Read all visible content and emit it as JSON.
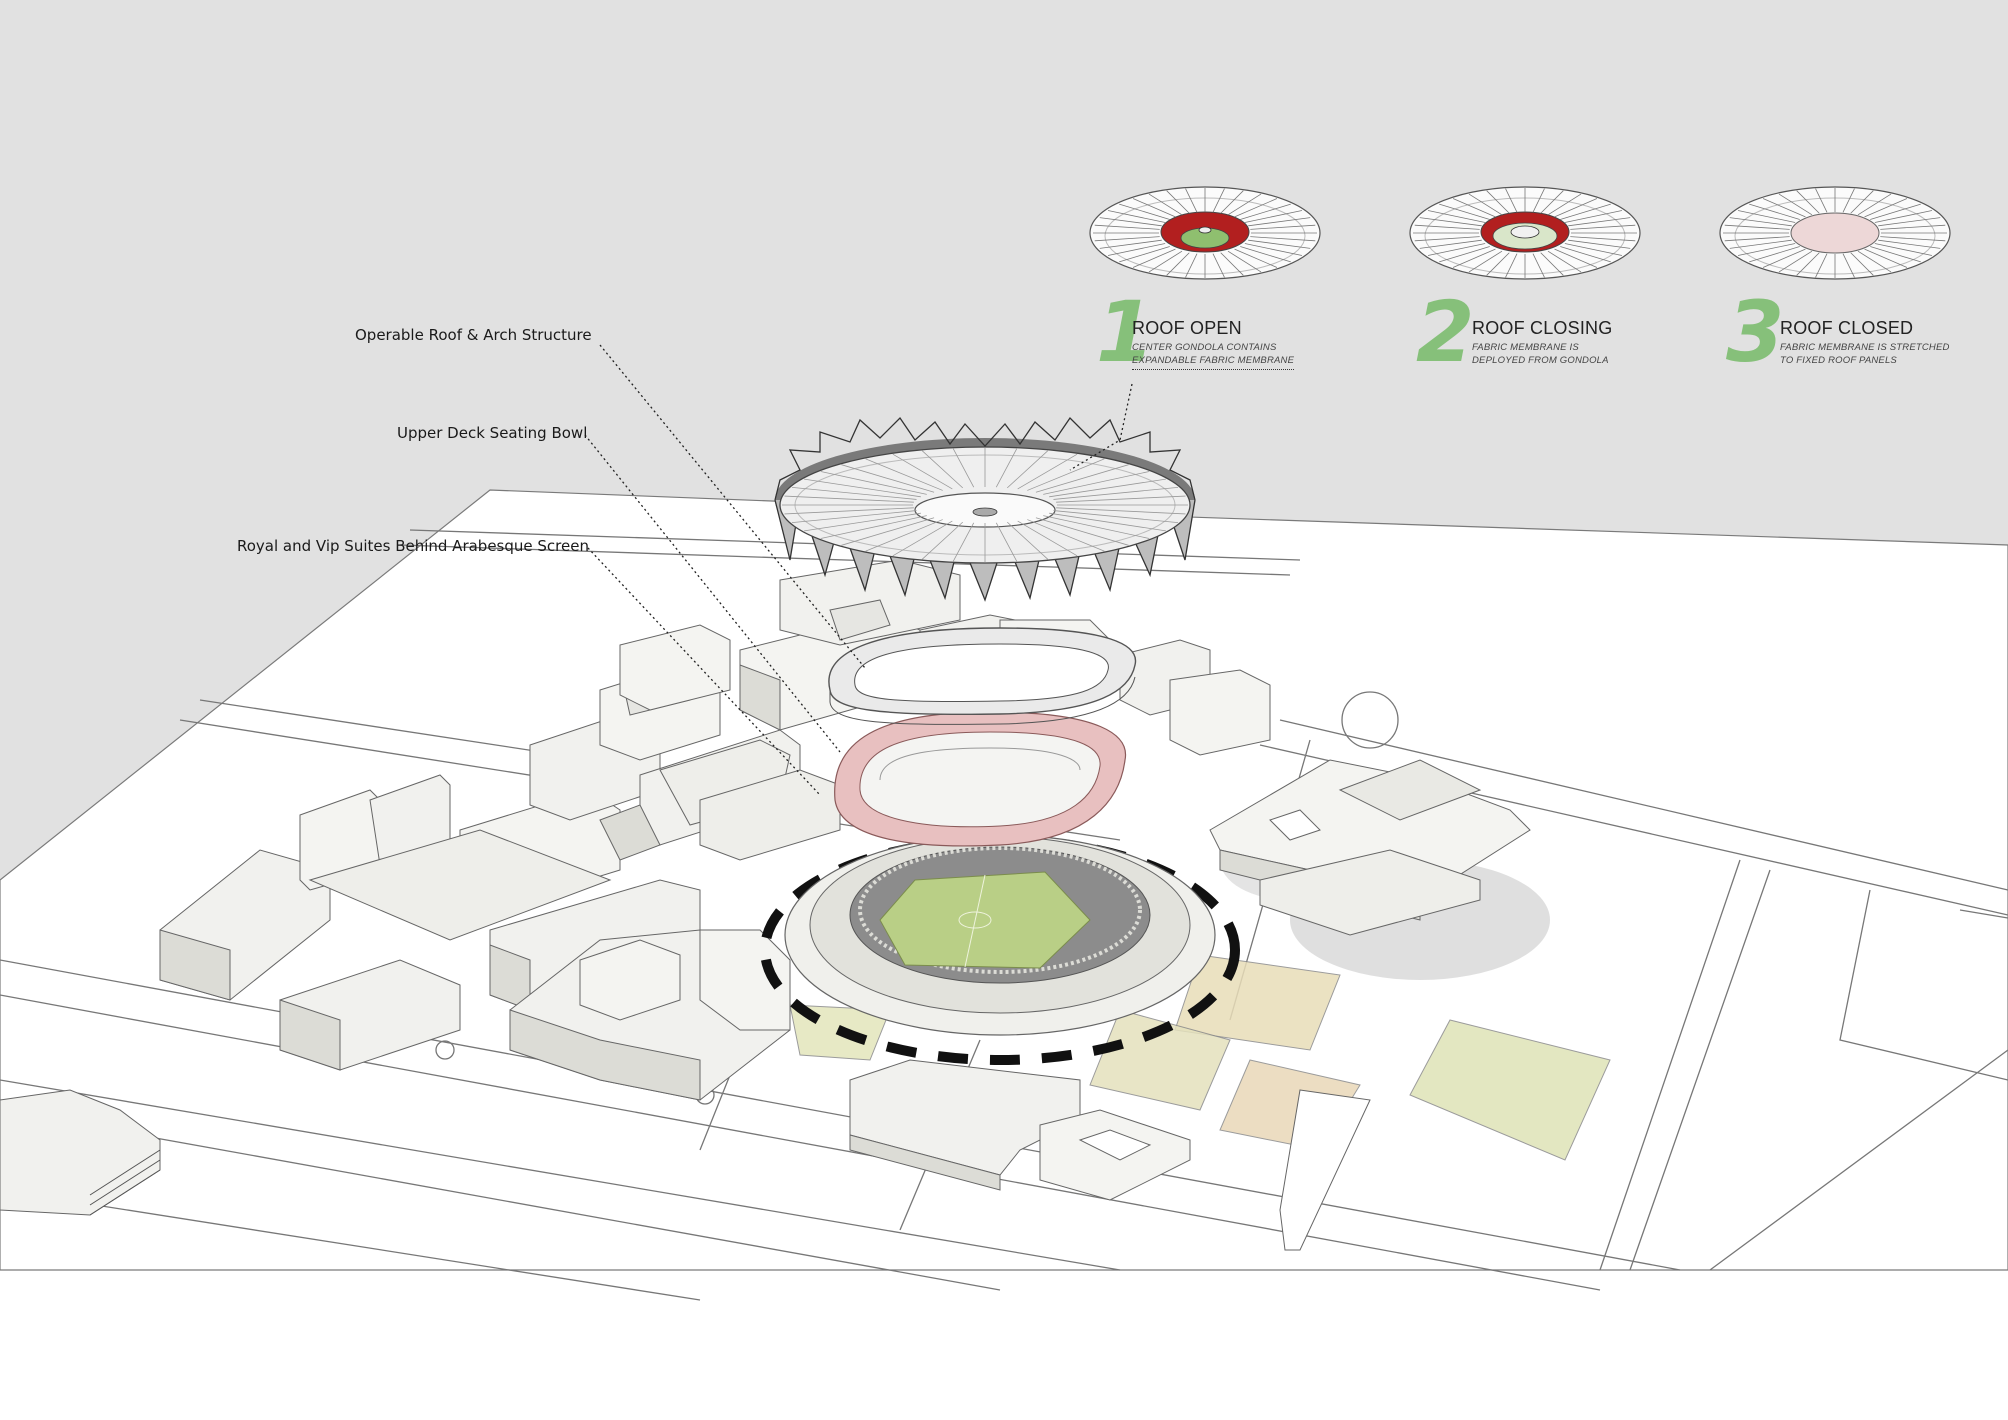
{
  "colors": {
    "sky": "#e1e1e1",
    "ground": "#ffffff",
    "accent_green": "#86c07a",
    "field_green": "#b9cf86",
    "seat_red": "#b21f1f",
    "pink_bowl": "#e8c0c0"
  },
  "callouts": [
    {
      "label": "Operable Roof & Arch Structure"
    },
    {
      "label": "Upper Deck Seating Bowl"
    },
    {
      "label": "Royal and Vip Suites Behind Arabesque Screen"
    }
  ],
  "steps": [
    {
      "number": "1",
      "title": "ROOF OPEN",
      "desc_line1": "CENTER GONDOLA CONTAINS",
      "desc_line2": "EXPANDABLE FABRIC MEMBRANE",
      "state": "open"
    },
    {
      "number": "2",
      "title": "ROOF CLOSING",
      "desc_line1": "FABRIC MEMBRANE IS",
      "desc_line2": "DEPLOYED FROM GONDOLA",
      "state": "closing"
    },
    {
      "number": "3",
      "title": "ROOF CLOSED",
      "desc_line1": "FABRIC MEMBRANE IS STRETCHED",
      "desc_line2": "TO FIXED ROOF PANELS",
      "state": "closed"
    }
  ]
}
